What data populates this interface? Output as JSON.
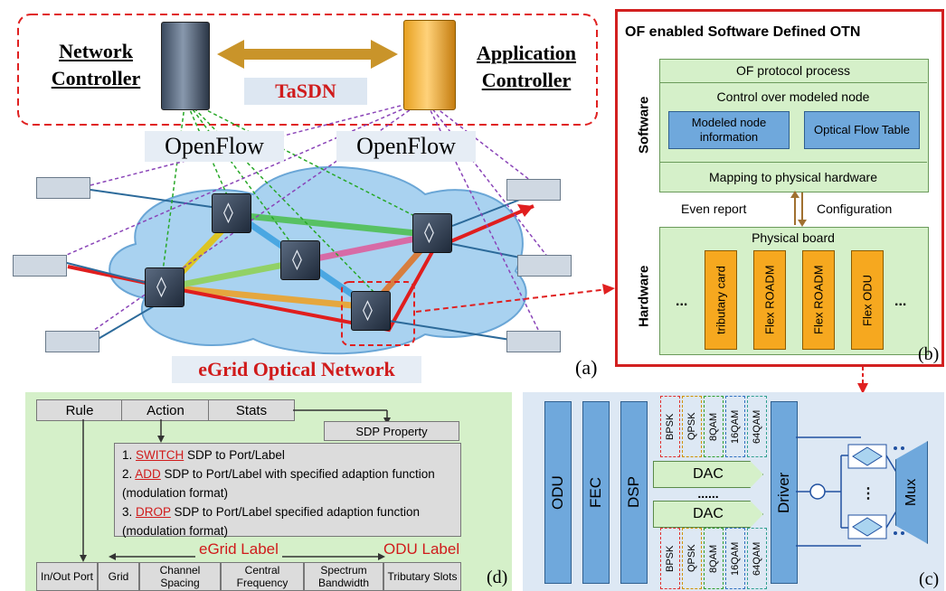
{
  "panel_a": {
    "network_controller": [
      "Network",
      "Controller"
    ],
    "application_controller": [
      "Application",
      "Controller"
    ],
    "tasdn": "TaSDN",
    "openflow_left": "OpenFlow",
    "openflow_right": "OpenFlow",
    "network_name": "eGrid Optical Network",
    "panel_letter": "(a)"
  },
  "panel_b": {
    "title": "OF enabled Software Defined OTN",
    "software_label": "Software",
    "hardware_label": "Hardware",
    "of_protocol": "OF protocol process",
    "control_node": "Control over modeled node",
    "modeled_info": "Modeled node information",
    "flow_table": "Optical Flow Table",
    "mapping": "Mapping to physical hardware",
    "even_report": "Even report",
    "configuration": "Configuration",
    "physical_board": "Physical board",
    "ellipsis": "...",
    "cards": [
      "tributary card",
      "Flex ROADM",
      "Flex ROADM",
      "Flex ODU"
    ],
    "panel_letter": "(b)"
  },
  "panel_c": {
    "blocks": [
      "ODU",
      "FEC",
      "DSP"
    ],
    "dac": "DAC",
    "dots": "......",
    "driver": "Driver",
    "mux": "Mux",
    "formats": [
      "BPSK",
      "QPSK",
      "8QAM",
      "16QAM",
      "64QAM"
    ],
    "panel_letter": "(c)",
    "colors": {
      "bpsk": "#e03030",
      "qpsk": "#d09000",
      "8qam": "#30a030",
      "16qam": "#3070c0",
      "64qam": "#30a090"
    }
  },
  "panel_d": {
    "rule": "Rule",
    "action": "Action",
    "stats": "Stats",
    "sdp_property": "SDP Property",
    "actions": [
      {
        "num": "1. ",
        "keyword": "SWITCH",
        "rest": " SDP to Port/Label"
      },
      {
        "num": "2. ",
        "keyword": "ADD",
        "rest": " SDP to Port/Label with specified adaption function (modulation format)"
      },
      {
        "num": "3. ",
        "keyword": "DROP",
        "rest": " SDP to Port/Label specified adaption function (modulation format)"
      }
    ],
    "egrid_label": "eGrid Label",
    "odu_label": "ODU Label",
    "columns": [
      "In/Out Port",
      "Grid",
      "Channel Spacing",
      "Central Frequency",
      "Spectrum Bandwidth",
      "Tributary Slots"
    ],
    "panel_letter": "(d)"
  }
}
